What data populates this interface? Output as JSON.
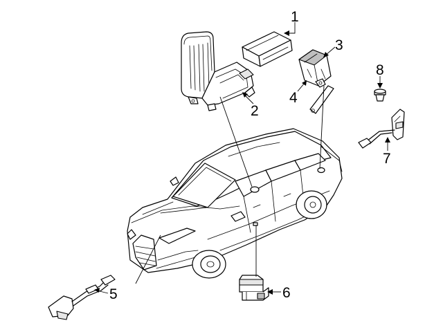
{
  "diagram": {
    "callouts": [
      {
        "id": "1",
        "label": "1"
      },
      {
        "id": "2",
        "label": "2"
      },
      {
        "id": "3",
        "label": "3"
      },
      {
        "id": "4",
        "label": "4"
      },
      {
        "id": "5",
        "label": "5"
      },
      {
        "id": "6",
        "label": "6"
      },
      {
        "id": "7",
        "label": "7"
      },
      {
        "id": "8",
        "label": "8"
      }
    ],
    "parts": [
      {
        "callout": "1",
        "icon": "control-module-icon"
      },
      {
        "callout": "2",
        "icon": "module-bracket-icon"
      },
      {
        "callout": "3",
        "icon": "sensor-unit-icon"
      },
      {
        "callout": "4",
        "icon": "mounting-bracket-icon"
      },
      {
        "callout": "5",
        "icon": "wire-harness-icon"
      },
      {
        "callout": "6",
        "icon": "switch-icon"
      },
      {
        "callout": "7",
        "icon": "wire-harness-icon"
      },
      {
        "callout": "8",
        "icon": "clip-icon"
      }
    ],
    "vehicle": {
      "icon": "sedan-car-icon"
    }
  }
}
